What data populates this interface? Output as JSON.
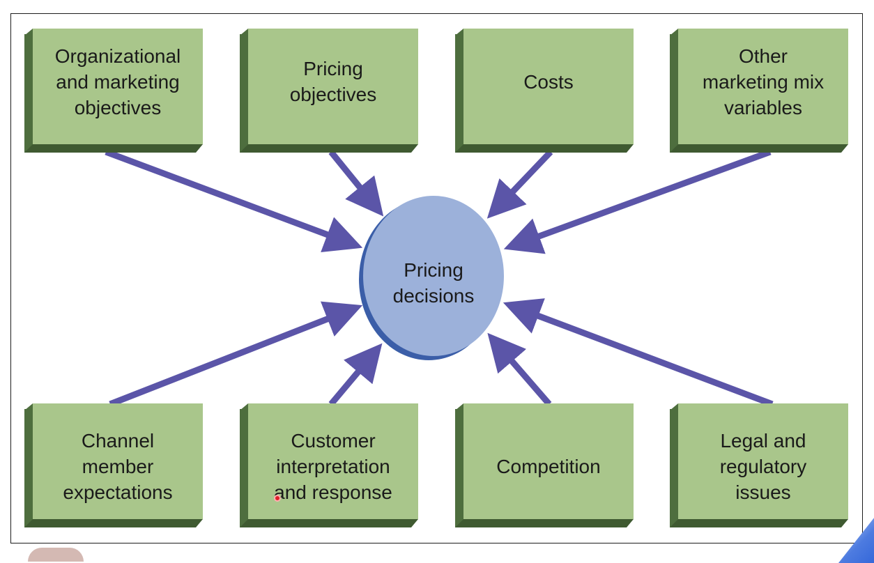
{
  "diagram": {
    "center": {
      "label": "Pricing\ndecisions"
    },
    "top_factors": [
      {
        "label": "Organizational\nand marketing\nobjectives"
      },
      {
        "label": "Pricing\nobjectives"
      },
      {
        "label": "Costs"
      },
      {
        "label": "Other\nmarketing mix\nvariables"
      }
    ],
    "bottom_factors": [
      {
        "label": "Channel\nmember\nexpectations"
      },
      {
        "label": "Customer\ninterpretation\nand response"
      },
      {
        "label": "Competition"
      },
      {
        "label": "Legal and\nregulatory\nissues"
      }
    ],
    "colors": {
      "box_face": "#a9c68b",
      "box_shadow": "#3f5a31",
      "circle_fill": "#9cb1da",
      "circle_shadow": "#3b5ea8",
      "arrow": "#5b55a8"
    }
  }
}
